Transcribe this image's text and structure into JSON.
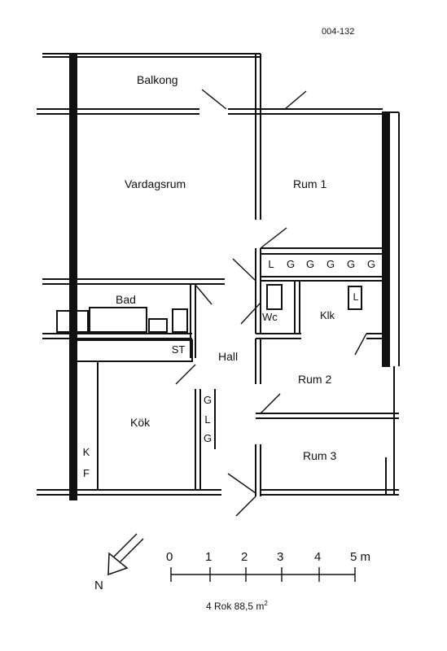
{
  "plan_id": "004-132",
  "rooms": {
    "balkong": "Balkong",
    "vardagsrum": "Vardagsrum",
    "rum1": "Rum 1",
    "bad": "Bad",
    "hall": "Hall",
    "wc": "Wc",
    "klk": "Klk",
    "rum2": "Rum 2",
    "kok": "Kök",
    "rum3": "Rum 3"
  },
  "wardrobe_row": [
    "L",
    "G",
    "G",
    "G",
    "G",
    "G"
  ],
  "klk_cabinet": "L",
  "kitchen_st": "ST",
  "kitchen_k": "K",
  "kitchen_f": "F",
  "kok_cabinets": [
    "G",
    "L",
    "G"
  ],
  "scale": {
    "ticks": [
      "0",
      "1",
      "2",
      "3",
      "4"
    ],
    "last": "5 m"
  },
  "north": "N",
  "caption": {
    "text": "4 Rok 88,5 m",
    "sup": "2"
  }
}
